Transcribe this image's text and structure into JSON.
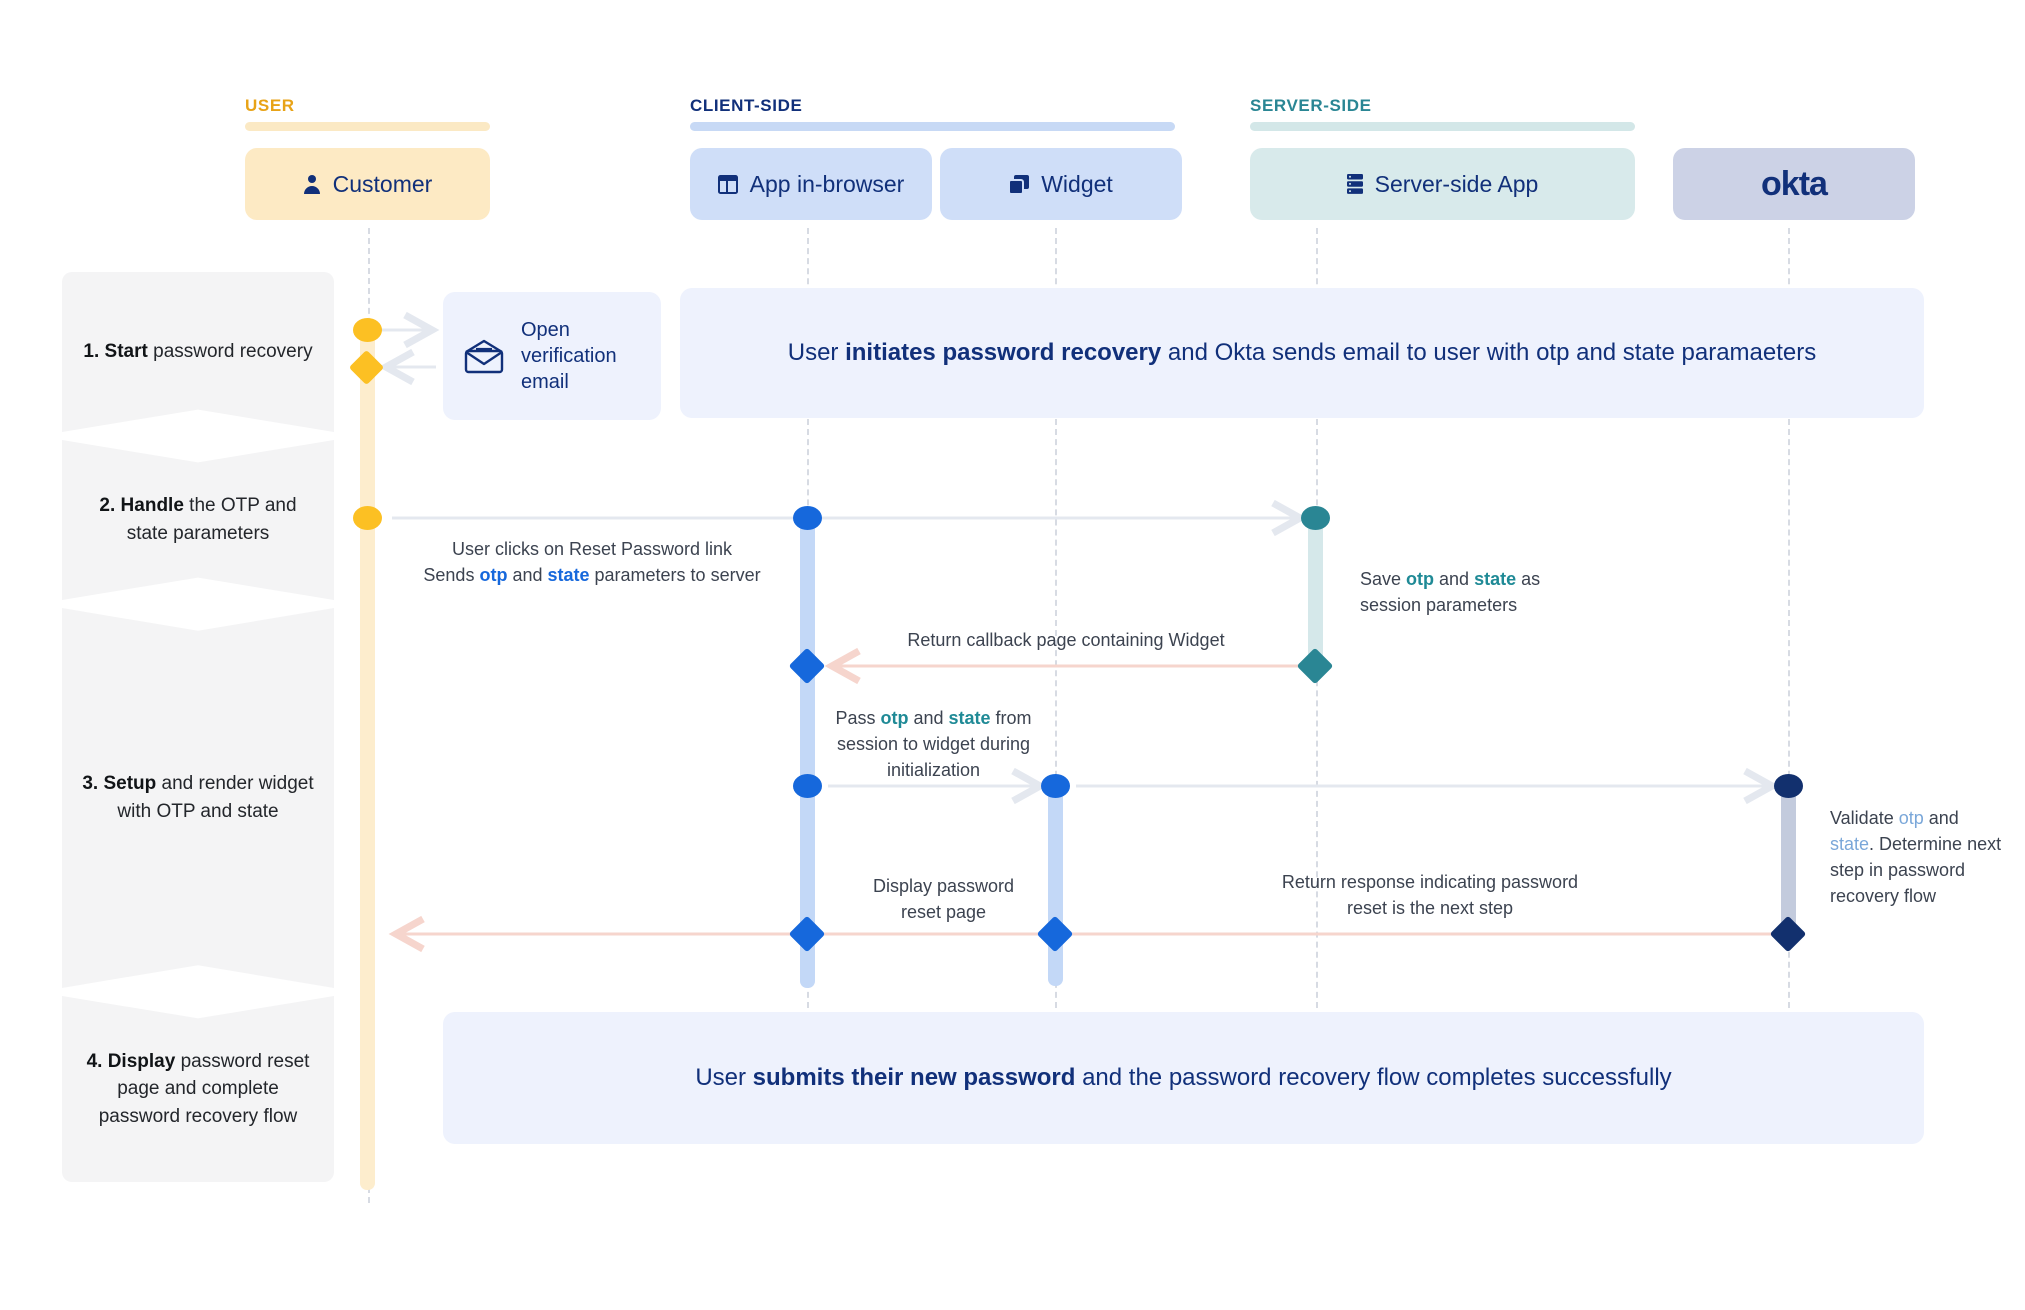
{
  "groups": [
    {
      "name": "user",
      "label": "USER",
      "color": "#e8a317",
      "bar": "#fbe9c4"
    },
    {
      "name": "client-side",
      "label": "CLIENT-SIDE",
      "color": "#11307a",
      "bar": "#c7d9f5"
    },
    {
      "name": "server-side",
      "label": "SERVER-SIDE",
      "color": "#2a8694",
      "bar": "#d3e7e8"
    }
  ],
  "lanes": [
    {
      "name": "customer",
      "label": "Customer",
      "icon": "person-icon",
      "bg": "#fdeac4",
      "text": "#11307a"
    },
    {
      "name": "app-in-browser",
      "label": "App in-browser",
      "icon": "browser-window-icon",
      "bg": "#cfdef8",
      "text": "#11307a"
    },
    {
      "name": "widget",
      "label": "Widget",
      "icon": "widget-stack-icon",
      "bg": "#cfdef8",
      "text": "#11307a"
    },
    {
      "name": "server-side-app",
      "label": "Server-side App",
      "icon": "server-rack-icon",
      "bg": "#d8eaeb",
      "text": "#11307a"
    },
    {
      "name": "okta",
      "label": "okta",
      "icon": "okta-logo",
      "bg": "#ccd2e6",
      "text": "#11307a"
    }
  ],
  "steps": [
    {
      "name": "step-1",
      "num": "1. Start",
      "rest": " password recovery"
    },
    {
      "name": "step-2",
      "num": "2. Handle",
      "rest": " the OTP and state parameters"
    },
    {
      "name": "step-3",
      "num": "3. Setup",
      "rest": " and render widget with OTP and state"
    },
    {
      "name": "step-4",
      "num": "4. Display",
      "rest": " password reset page and complete password recovery flow"
    }
  ],
  "banners": [
    {
      "name": "banner-initiate",
      "pre": "User ",
      "bold": "initiates password recovery",
      "post": " and Okta sends email to user with otp and state paramaeters"
    },
    {
      "name": "banner-submit",
      "pre": "User ",
      "bold": "submits their new password",
      "post": " and the password recovery flow completes successfully"
    }
  ],
  "note_card": {
    "name": "open-verification-email-card",
    "icon": "open-envelope-icon",
    "line1": "Open",
    "line2": "verification",
    "line3": "email"
  },
  "messages": [
    {
      "name": "msg-reset-link",
      "line1": "User clicks on Reset Password link",
      "line2_pre": "Sends ",
      "otp": "otp",
      "line2_mid": " and ",
      "state": "state",
      "line2_post": " parameters to server"
    },
    {
      "name": "msg-save-session",
      "pre": "Save ",
      "otp": "otp",
      "mid": " and ",
      "state": "state",
      "post": " as session parameters"
    },
    {
      "name": "msg-return-callback",
      "text": "Return callback page containing Widget"
    },
    {
      "name": "msg-pass-otp-state",
      "pre": "Pass ",
      "otp": "otp",
      "mid": " and ",
      "state": "state",
      "post": " from session to widget during initialization"
    },
    {
      "name": "msg-validate",
      "pre": "Validate ",
      "otp": "otp",
      "mid": " and ",
      "state": "state",
      "post": ". Determine next step in password recovery flow"
    },
    {
      "name": "msg-display-reset",
      "line1": "Display password",
      "line2": "reset page"
    },
    {
      "name": "msg-return-response",
      "line1": "Return response indicating password",
      "line2": "reset is the next step"
    }
  ],
  "colors": {
    "yellow": "#fcc023",
    "blue": "#1668dc",
    "teal": "#2a8694",
    "navy": "#12306e",
    "arrow_grey": "#e4e8ef",
    "arrow_pink": "#f6d5cd",
    "act_yellow": "#fdedcd",
    "act_blue": "#c3d8f7",
    "act_teal": "#d5e8ea",
    "act_navy": "#c3cbdd"
  }
}
